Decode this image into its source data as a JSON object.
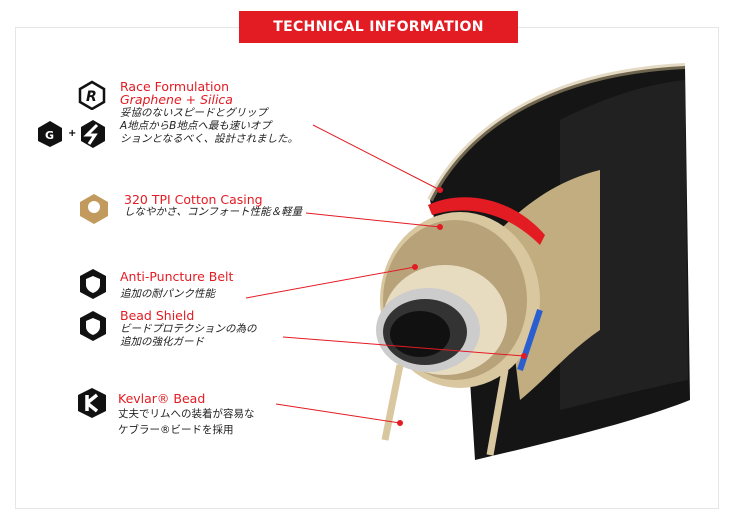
{
  "banner": {
    "title": "TECHNICAL INFORMATION"
  },
  "features": [
    {
      "title": "Race Formulation",
      "subtitle": "Graphene + Silica",
      "desc": [
        "妥協のないスピードとグリップ",
        "A地点からB地点へ最も速いオプ",
        "ションとなるべく、設計されました。"
      ],
      "icon": "race-r-icon"
    },
    {
      "title": "320 TPI Cotton Casing",
      "desc": [
        "しなやかさ、コンフォート性能＆軽量"
      ],
      "icon": "cotton-icon"
    },
    {
      "title": "Anti-Puncture Belt",
      "desc": [
        "追加の耐パンク性能"
      ],
      "icon": "shield-icon"
    },
    {
      "title": "Bead Shield",
      "desc": [
        "ビードプロテクションの為の",
        "追加の強化ガード"
      ],
      "icon": "shield-icon"
    },
    {
      "title": "Kevlar® Bead",
      "desc": [
        "丈夫でリムへの装着が容易な",
        "ケブラー®ビードを採用"
      ],
      "icon": "kevlar-k-icon"
    }
  ],
  "colors": {
    "accent": "#e31b23",
    "tan": "#d9c7a0"
  }
}
